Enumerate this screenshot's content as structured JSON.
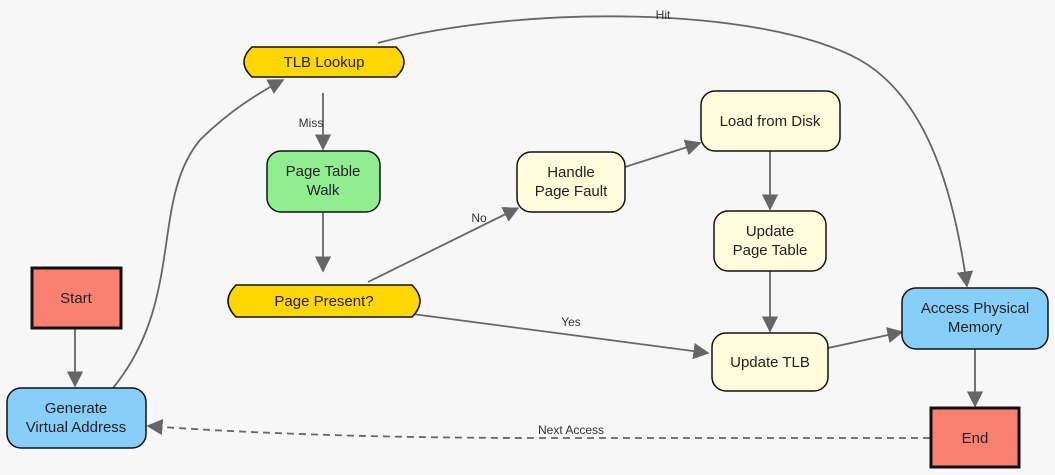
{
  "nodes": {
    "start": {
      "lines": [
        "Start"
      ],
      "fill": "#fa8072"
    },
    "generate": {
      "lines": [
        "Generate",
        "Virtual Address"
      ],
      "fill": "#87cefa"
    },
    "tlb_lookup": {
      "lines": [
        "TLB Lookup"
      ],
      "fill": "#ffd700"
    },
    "page_table_walk": {
      "lines": [
        "Page Table",
        "Walk"
      ],
      "fill": "#90ee90"
    },
    "page_present": {
      "lines": [
        "Page Present?"
      ],
      "fill": "#ffd700"
    },
    "handle_fault": {
      "lines": [
        "Handle",
        "Page Fault"
      ],
      "fill": "#fffddc"
    },
    "load_disk": {
      "lines": [
        "Load from Disk"
      ],
      "fill": "#fffddc"
    },
    "update_page_table": {
      "lines": [
        "Update",
        "Page Table"
      ],
      "fill": "#fffddc"
    },
    "update_tlb": {
      "lines": [
        "Update TLB"
      ],
      "fill": "#fffddc"
    },
    "access_memory": {
      "lines": [
        "Access Physical",
        "Memory"
      ],
      "fill": "#87cefa"
    },
    "end": {
      "lines": [
        "End"
      ],
      "fill": "#fa8072"
    }
  },
  "edge_labels": {
    "hit": "Hit",
    "miss": "Miss",
    "no": "No",
    "yes": "Yes",
    "next_access": "Next Access"
  }
}
